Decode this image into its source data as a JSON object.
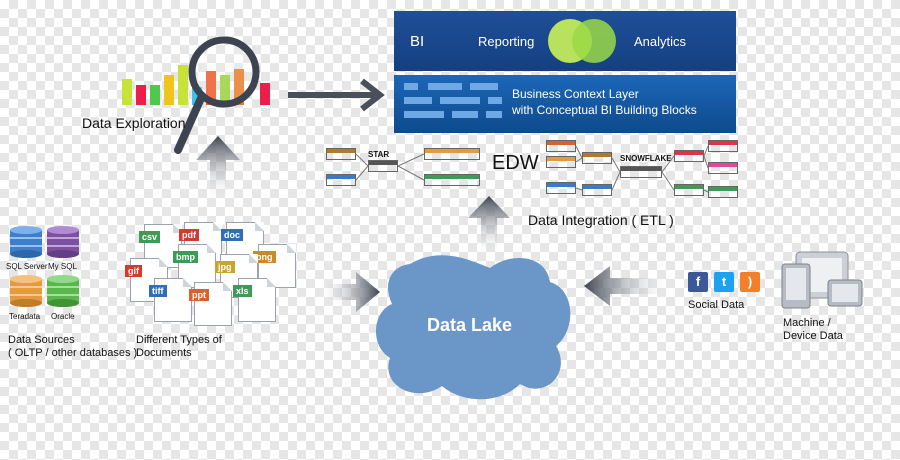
{
  "bi": {
    "label": "BI",
    "reporting": "Reporting",
    "analytics": "Analytics"
  },
  "business_context": {
    "line1": "Business Context Layer",
    "line2": "with Conceptual BI Building Blocks"
  },
  "schemas": {
    "star": "STAR",
    "snowflake": "SNOWFLAKE",
    "edw": "EDW"
  },
  "data_integration": "Data Integration ( ETL )",
  "data_exploration": "Data Exploration",
  "data_lake": "Data Lake",
  "databases": [
    {
      "label": "SQL Server",
      "color": "#3b7fd1"
    },
    {
      "label": "My SQL",
      "color": "#7e4fa3"
    },
    {
      "label": "Teradata",
      "color": "#e69a3c"
    },
    {
      "label": "Oracle",
      "color": "#58b84a"
    }
  ],
  "data_sources": {
    "line1": "Data Sources",
    "line2": "( OLTP / other databases )"
  },
  "documents": {
    "line1": "Different Types of",
    "line2": "Documents",
    "types": [
      {
        "label": "csv",
        "color": "#3f9a57"
      },
      {
        "label": "pdf",
        "color": "#d23b2f"
      },
      {
        "label": "doc",
        "color": "#2f6fb7"
      },
      {
        "label": "bmp",
        "color": "#3f9a57"
      },
      {
        "label": "png",
        "color": "#c98a2a"
      },
      {
        "label": "gif",
        "color": "#d23b2f"
      },
      {
        "label": "jpg",
        "color": "#c9a42a"
      },
      {
        "label": "tiff",
        "color": "#2f6fb7"
      },
      {
        "label": "ppt",
        "color": "#d8622a"
      },
      {
        "label": "xls",
        "color": "#3f9a57"
      }
    ]
  },
  "social": {
    "label": "Social Data",
    "icons": [
      "facebook-icon",
      "twitter-icon",
      "rss-icon"
    ],
    "colors": [
      "#3b5998",
      "#1da1f2",
      "#f2802a"
    ]
  },
  "machine": {
    "line1": "Machine /",
    "line2": "Device Data"
  },
  "bar_colors": [
    "#c7e33a",
    "#ee1e4b",
    "#50c84b",
    "#f0c419",
    "#3fc0ef",
    "#ee5a2b",
    "#c7e33a",
    "#9ad13a",
    "#e87d2a",
    "#ee1e4b"
  ]
}
